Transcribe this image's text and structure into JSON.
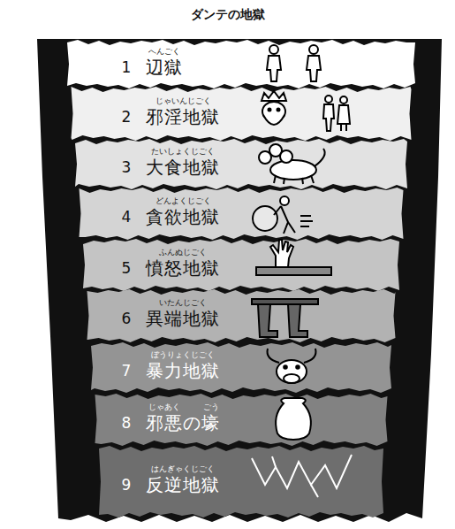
{
  "diagram": {
    "title": "ダンテの地獄",
    "nodes": [
      {
        "text": [
          "1",
          "へんごく",
          "辺獄"
        ]
      },
      {
        "text": [
          "2",
          "じゃいんじごく",
          "邪淫地獄"
        ]
      },
      {
        "text": [
          "3",
          "たいしょくじごく",
          "大食地獄"
        ]
      },
      {
        "text": [
          "4",
          "どんよくじごく",
          "貪欲地獄"
        ]
      },
      {
        "text": [
          "5",
          "ふんぬじごく",
          "憤怒地獄"
        ]
      },
      {
        "text": [
          "6",
          "いたんじごく",
          "異端地獄"
        ]
      },
      {
        "text": [
          "7",
          "ぼうりょくじごく",
          "暴力地獄"
        ]
      },
      {
        "text": [
          "8",
          "じゃあく",
          "ごう",
          "邪悪の壕"
        ]
      },
      {
        "text": [
          "9",
          "はんぎゃくじごく",
          "反逆地獄"
        ]
      }
    ]
  }
}
